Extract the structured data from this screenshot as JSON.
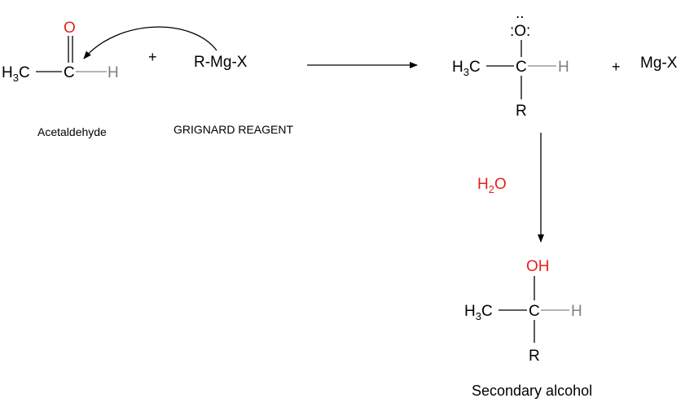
{
  "colors": {
    "heteroatom": "#e8211c",
    "hydrogen": "#808080",
    "text": "#000000",
    "background": "#ffffff"
  },
  "reactant1": {
    "oxygen": "O",
    "methyl": "H",
    "methyl_sub": "3",
    "methyl_c": "C",
    "carbon": "C",
    "hydrogen": "H",
    "caption": "Acetaldehyde"
  },
  "plus_sign": "+",
  "reagent": {
    "formula": "R-Mg-X",
    "caption": "GRIGNARD REAGENT"
  },
  "intermediate": {
    "lone_pair": "..",
    "oxygen": ":O:",
    "methyl": "H",
    "methyl_sub": "3",
    "methyl_c": "C",
    "carbon": "C",
    "hydrogen": "H",
    "r_group": "R"
  },
  "byproduct": "Mg-X",
  "water": {
    "h": "H",
    "sub": "2",
    "o": "O"
  },
  "product": {
    "hydroxyl": "OH",
    "methyl": "H",
    "methyl_sub": "3",
    "methyl_c": "C",
    "carbon": "C",
    "hydrogen": "H",
    "r_group": "R",
    "caption": "Secondary alcohol"
  }
}
